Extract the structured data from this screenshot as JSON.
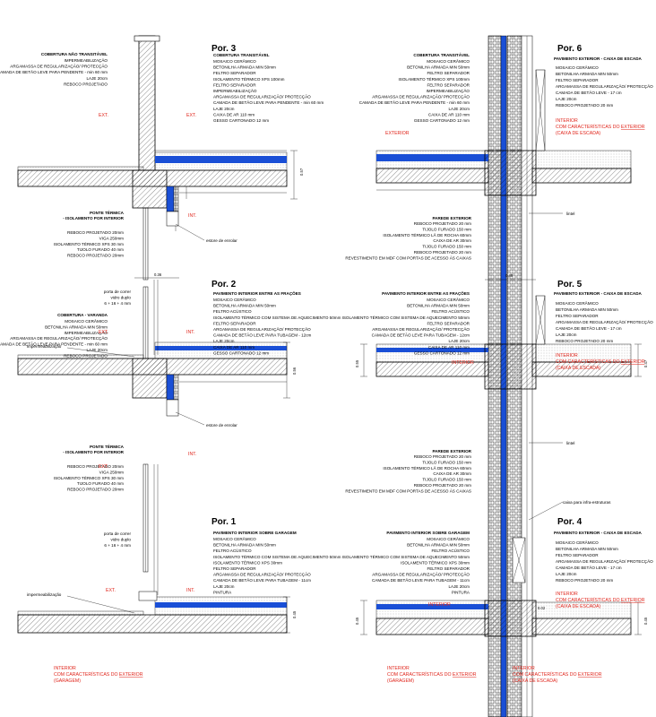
{
  "sections": {
    "p3": {
      "title": "Por. 3",
      "left_head1": "COBERTURA NÃO TRANSITÁVEL",
      "left_items1": [
        "IMPERMEABILIZAÇÃO",
        "ARGAMASSA DE REGULARIZAÇÃO/ PROTECÇÃO",
        "CAMADA DE BETÃO LEVE PARA PENDENTE - min 60 mm",
        "LAJE 20cm",
        "REBOCO PROJETADO"
      ],
      "right_head": "COBERTURA TRANSITÁVEL",
      "right_items": [
        "MOSAICO CERÂMICO",
        "BETONILHA ARMADA MIN 50mm",
        "FELTRO SEPARADOR",
        "ISOLAMENTO TÉRMICO XPS 100mm",
        "FELTRO SEPARADOR",
        "IMPERMEABILIZAÇÃO",
        "ARGAMASSA DE REGULARIZAÇÃO/ PROTECÇÃO",
        "CAMADA DE BETÃO LEVE PARA PENDENTE - min 60 mm",
        "LAJE 20cm",
        "CAIXA DE AR 110 mm",
        "GESSO CARTONADO 12 mm"
      ],
      "bridge_head": [
        "PONTE TÉRMICA",
        "- ISOLAMENTO POR INTERIOR"
      ],
      "bridge_items": [
        "REBOCO PROJETADO 20mm",
        "VIGA 250mm",
        "ISOLAMENTO TÉRMICO XPS 30 mm",
        "TIJOLO FURADO 40 mm",
        "REBOCO PROJETADO 20mm"
      ],
      "label_ext1": "EXT.",
      "label_ext2": "EXT.",
      "label_int": "INT.",
      "dim": "0.57",
      "estore": "estore de enrolar"
    },
    "p2": {
      "title": "Por. 2",
      "door": [
        "porta de correr",
        "vidro duplo",
        "6 + 16 + 4 mm"
      ],
      "left_head1": "COBERTURA - VARANDA",
      "left_items1": [
        "MOSAICO CERÂMICO",
        "BETONILHA ARMADA MIN 50mm",
        "IMPERMEABILIZAÇÃO",
        "ARGAMASSA DE REGULARIZAÇÃO/ PROTECÇÃO",
        "CAMADA DE BETÃO LEVE PARA PENDENTE - min 60 mm",
        "LAJE 20cm",
        "REBOCO PROJETADO"
      ],
      "right_head": "PAVIMENTO INTERIOR ENTRE AS FRAÇÕES",
      "right_items": [
        "MOSAICO CERÂMICO",
        "BETONILHA ARMADA MIN 50mm",
        "FELTRO ACÚSTICO",
        "ISOLAMENTO TÉRMICO COM SISTEMA DE AQUECIMENTO 50mm",
        "FELTRO SEPARADOR",
        "ARGAMASSA DE REGULARIZAÇÃO/ PROTECÇÃO",
        "CAMADA DE BETÃO LEVE PARA TUBAGEM - 12cm",
        "LAJE 20cm",
        "CAIXA DE AR 110 mm",
        "GESSO CARTONADO 12 mm"
      ],
      "imperm": "impermeabilização",
      "bridge_head": [
        "PONTE TÉRMICA",
        "- ISOLAMENTO POR INTERIOR"
      ],
      "bridge_items": [
        "REBOCO PROJETADO 20mm",
        "VIGA 250mm",
        "ISOLAMENTO TÉRMICO XPS 30 mm",
        "TIJOLO FURADO 40 mm",
        "REBOCO PROJETADO 20mm"
      ],
      "label_ext1": "EXT.",
      "label_ext2": "EXT.",
      "label_int1": "INT.",
      "label_int2": "INT.",
      "dim_top": "0.36",
      "dim": "0.56",
      "estore": "estore de enrolar"
    },
    "p1": {
      "title": "Por. 1",
      "door": [
        "porta de correr",
        "vidro duplo",
        "6 + 16 + 4 mm"
      ],
      "right_head": "PAVIMENTO INTERIOR SOBRE GARAGEM",
      "right_items": [
        "MOSAICO CERÂMICO",
        "BETONILHA ARMADA MIN 50mm",
        "FELTRO ACÚSTICO",
        "ISOLAMENTO TÉRMICO COM SISTEMA DE AQUECIMENTO 50mm",
        "ISOLAMENTO TÉRMICO XPS 30mm",
        "FELTRO SEPARADOR",
        "ARGAMASSA DE REGULARIZAÇÃO/ PROTECÇÃO",
        "CAMADA DE BETÃO LEVE PARA TUBAGEM - 11cm",
        "LAJE 20cm",
        "PINTURA"
      ],
      "imperm": "impermeabilização",
      "label_ext": "EXT.",
      "label_int": "INT.",
      "dim": "0.45",
      "bottom": [
        "INTERIOR",
        "COM CARACTERÍSTICAS DO ",
        "EXTERIOR",
        "(GARAGEM)"
      ]
    },
    "p6": {
      "title": "Por. 6",
      "left_head": "COBERTURA TRANSITÁVEL",
      "left_items": [
        "MOSAICO CERÂMICO",
        "BETONILHA ARMADA MIN 50mm",
        "FELTRO SEPARADOR",
        "ISOLAMENTO TÉRMICO XPS 100mm",
        "FELTRO SEPARADOR",
        "IMPERMEABILIZAÇÃO",
        "ARGAMASSA DE REGULARIZAÇÃO/ PROTECÇÃO",
        "CAMADA DE BETÃO LEVE PARA PENDENTE - min 60 mm",
        "LAJE 20cm",
        "CAIXA DE AR 110 mm",
        "GESSO CARTONADO 12 mm"
      ],
      "right_head": "PAVIMENTO EXTERIOR - CAIXA DE ESCADA",
      "right_items": [
        "MOSAICO CERÂMICO",
        "BETONILHA ARMADA MIN 50mm",
        "FELTRO SEPARADOR",
        "ARGAMASSA DE REGULARIZAÇÃO/ PROTECÇÃO",
        "CAMADA DE BETÃO LEVE - 17 cm",
        "LAJE 20cm",
        "REBOCO PROJETADO 20 mm"
      ],
      "red_right": [
        "INTERIOR",
        "COM CARACTERÍSTICAS DO ",
        "EXTERIOR",
        "(CAIXA DE ESCADA)"
      ],
      "exterior": "EXTERIOR",
      "wall_head": "PAREDE EXTERIOR",
      "wall_items": [
        "REBOCO PROJETADO 20 mm",
        "TIJOLO FURADO 150 mm",
        "ISOLAMENTO TÉRMICO LÃ DE ROCHA 60mm",
        "CAIXA DE AR 30mm",
        "TIJOLO FURADO 150 mm",
        "REBOCO PROJETADO 20 mm",
        "REVESTIMENTO EM MDF COM PORTAS DE ACESSO ÀS CAIXAS"
      ],
      "lintel": "lintel"
    },
    "p5": {
      "title": "Por. 5",
      "left_head": "PAVIMENTO INTERIOR ENTRE AS FRAÇÕES",
      "left_items": [
        "MOSAICO CERÂMICO",
        "BETONILHA ARMADA MIN 50mm",
        "FELTRO ACÚSTICO",
        "ISOLAMENTO TÉRMICO COM SISTEMA DE AQUECIMENTO 50mm",
        "FELTRO SEPARADOR",
        "ARGAMASSA DE REGULARIZAÇÃO/ PROTECÇÃO",
        "CAMADA DE BETÃO LEVE PARA TUBAGEM - 12cm",
        "LAJE 20cm",
        "CAIXA DE AR 110 mm",
        "GESSO CARTONADO 12 mm"
      ],
      "right_head": "PAVIMENTO EXTERIOR - CAIXA DE ESCADA",
      "right_items": [
        "MOSAICO CERÂMICO",
        "BETONILHA ARMADA MIN 50mm",
        "FELTRO SEPARADOR",
        "ARGAMASSA DE REGULARIZAÇÃO/ PROTECÇÃO",
        "CAMADA DE BETÃO LEVE - 17 cm",
        "LAJE 20cm",
        "REBOCO PROJETADO 20 mm"
      ],
      "red_right": [
        "INTERIOR",
        "COM CARACTERÍSTICAS DO ",
        "EXTERIOR",
        "(CAIXA DE ESCADA)"
      ],
      "interior": "INTERIOR",
      "wall_head": "PAREDE EXTERIOR",
      "wall_items": [
        "REBOCO PROJETADO 20 mm",
        "TIJOLO FURADO 150 mm",
        "ISOLAMENTO TÉRMICO LÃ DE ROCHA 60mm",
        "CAIXA DE AR 30mm",
        "TIJOLO FURADO 150 mm",
        "REBOCO PROJETADO 20 mm",
        "REVESTIMENTO EM MDF COM PORTAS DE ACESSO ÀS CAIXAS"
      ],
      "lintel": "lintel",
      "box": "caixa para infra-estruturas",
      "dim_top": "0.48",
      "dim_left": "0.55",
      "dim_right": "0.47"
    },
    "p4": {
      "title": "Por. 4",
      "left_head": "PAVIMENTO INTERIOR SOBRE GARAGEM",
      "left_items": [
        "MOSAICO CERÂMICO",
        "BETONILHA ARMADA MIN 50mm",
        "FELTRO ACÚSTICO",
        "ISOLAMENTO TÉRMICO COM SISTEMA DE AQUECIMENTO 50mm",
        "ISOLAMENTO TÉRMICO XPS 30mm",
        "FELTRO SEPARADOR",
        "ARGAMASSA DE REGULARIZAÇÃO/ PROTECÇÃO",
        "CAMADA DE BETÃO LEVE PARA TUBAGEM - 11cm",
        "LAJE 20cm",
        "PINTURA"
      ],
      "right_head": "PAVIMENTO EXTERIOR - CAIXA DE ESCADA",
      "right_items": [
        "MOSAICO CERÂMICO",
        "BETONILHA ARMADA MIN 50mm",
        "FELTRO SEPARADOR",
        "ARGAMASSA DE REGULARIZAÇÃO/ PROTECÇÃO",
        "CAMADA DE BETÃO LEVE - 17 cm",
        "LAJE 20cm",
        "REBOCO PROJETADO 20 mm"
      ],
      "red_right": [
        "INTERIOR",
        "COM CARACTERÍSTICAS DO ",
        "EXTERIOR",
        "(CAIXA DE ESCADA)"
      ],
      "interior": "INTERIOR",
      "bottom_left": [
        "INTERIOR",
        "COM CARACTERÍSTICAS DO ",
        "EXTERIOR",
        "(GARAGEM)"
      ],
      "bottom_right": [
        "INTERIOR",
        "COM CARACTERÍSTICAS DO ",
        "EXTERIOR",
        "(CAIXA DE ESCADA)"
      ],
      "dim_left": "0.45",
      "dim_right": "0.45",
      "dim_step": "0.02"
    }
  },
  "colors": {
    "insulation": "#1a4fd6",
    "accent": "#e0251b",
    "line": "#000000"
  }
}
